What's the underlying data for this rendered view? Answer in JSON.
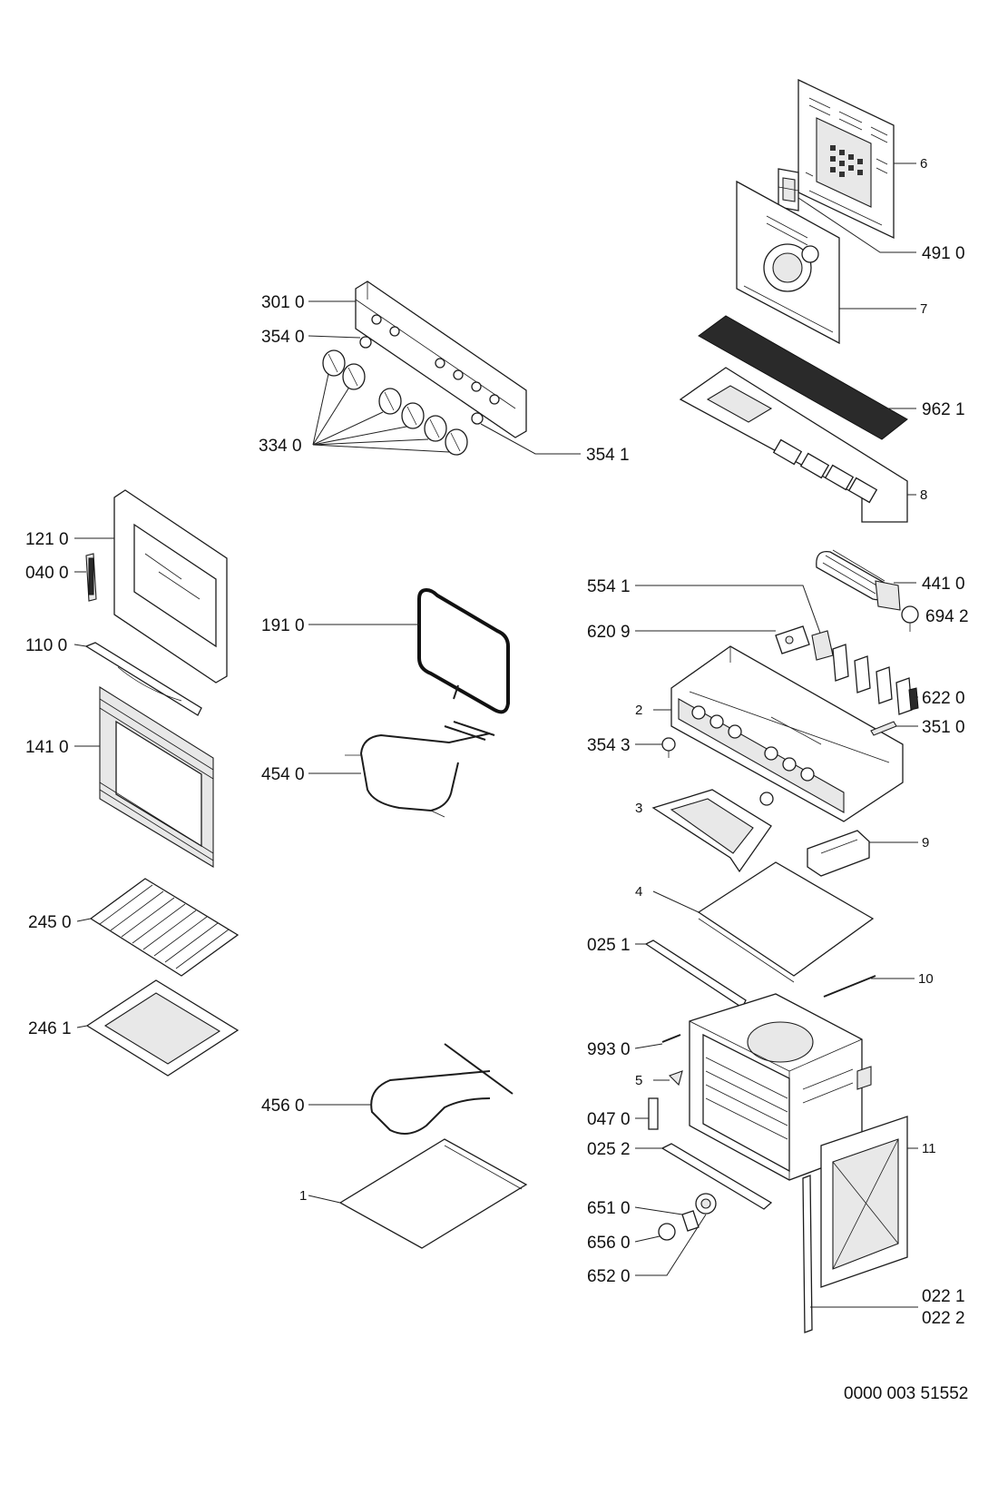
{
  "drawing_number": "0000 003 51552",
  "labels": {
    "p6": "6",
    "p4910": "491 0",
    "p7": "7",
    "p9621": "962 1",
    "p8": "8",
    "p3010": "301 0",
    "p3540": "354 0",
    "p3340": "334 0",
    "p3541": "354 1",
    "p1210": "121 0",
    "p0400": "040 0",
    "p1100": "110 0",
    "p1410": "141 0",
    "p1910": "191 0",
    "p4540": "454 0",
    "p4410": "441 0",
    "p5541": "554 1",
    "p6942": "694 2",
    "p6209": "620 9",
    "p6220": "622 0",
    "p2": "2",
    "p3543": "354 3",
    "p3510": "351 0",
    "p3": "3",
    "p9": "9",
    "p4": "4",
    "p0251": "025 1",
    "p10": "10",
    "p2450": "245 0",
    "p2461": "246 1",
    "p9930": "993 0",
    "p5": "5",
    "p4560": "456 0",
    "p0470": "047 0",
    "p0252": "025 2",
    "p11": "11",
    "p1": "1",
    "p6510": "651 0",
    "p6560": "656 0",
    "p6520": "652 0",
    "p0221": "022 1",
    "p0222": "022 2"
  }
}
